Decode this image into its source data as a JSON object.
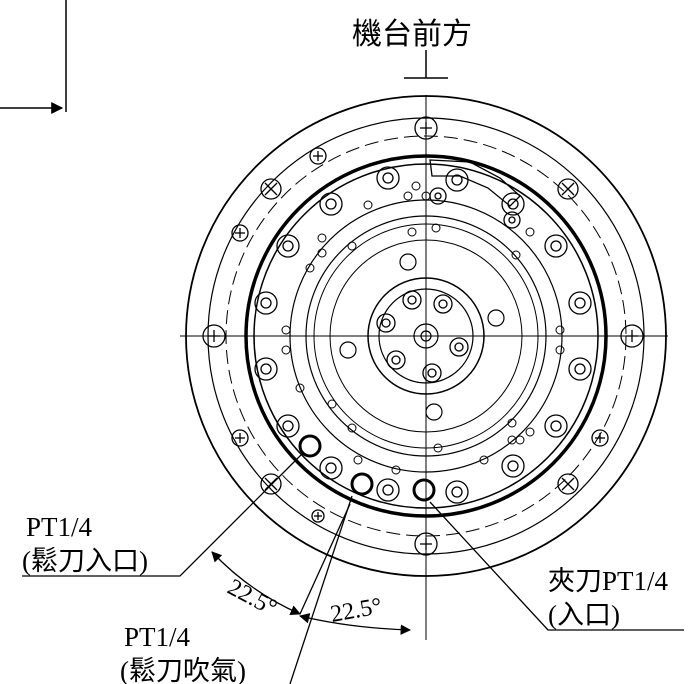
{
  "labels": {
    "machine_front": "機台前方",
    "unclamp_port_size": "PT1/4",
    "unclamp_port_desc": "(鬆刀入口)",
    "angle_left": "22.5°",
    "angle_bottom": "22.5°",
    "blow_port_size": "PT1/4",
    "blow_port_desc": "(鬆刀吹氣)",
    "clamp_port_line1": "夾刀PT1/4",
    "clamp_port_line2": "(入口)"
  }
}
